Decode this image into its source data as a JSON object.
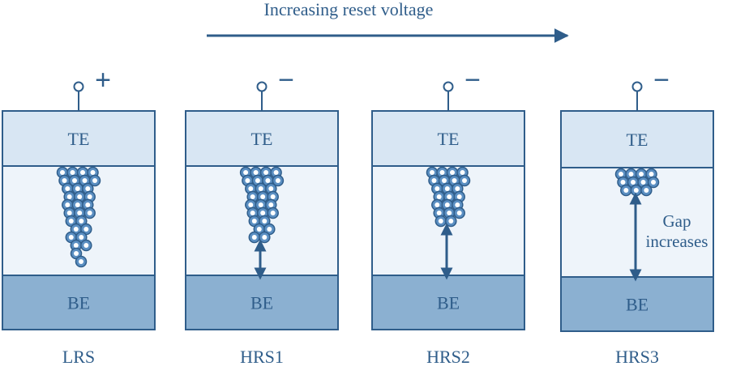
{
  "title": "Increasing reset voltage",
  "gap_label_line1": "Gap",
  "gap_label_line2": "increases",
  "colors": {
    "ink": "#2f5d8a",
    "te_fill": "#d8e6f3",
    "middle_fill": "#eef4fa",
    "be_fill": "#8bb0d1",
    "particle_fill": "#5b8fc2"
  },
  "cells": [
    {
      "state": "LRS",
      "top_label": "TE",
      "bottom_label": "BE",
      "polarity": "+",
      "filament_rows": 12,
      "gap": false
    },
    {
      "state": "HRS1",
      "top_label": "TE",
      "bottom_label": "BE",
      "polarity": "−",
      "filament_rows": 9,
      "gap": true
    },
    {
      "state": "HRS2",
      "top_label": "TE",
      "bottom_label": "BE",
      "polarity": "−",
      "filament_rows": 7,
      "gap": true
    },
    {
      "state": "HRS3",
      "top_label": "TE",
      "bottom_label": "BE",
      "polarity": "−",
      "filament_rows": 3,
      "gap": true,
      "gap_label": true
    }
  ]
}
